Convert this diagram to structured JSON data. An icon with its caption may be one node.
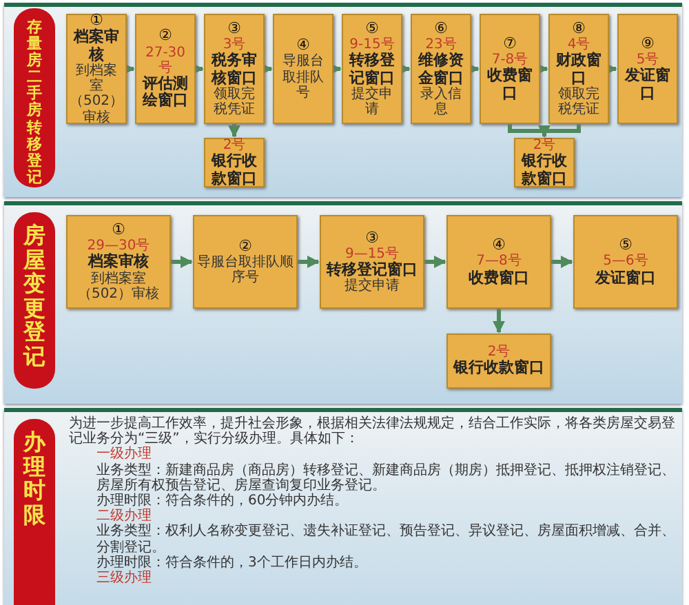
{
  "diagram": {
    "nodes": [
      {
        "text": [
          "存量房二手房转移登记"
        ]
      },
      {
        "text": [
          "①",
          "档案审核",
          "到档案室（502）审核"
        ]
      },
      {
        "text": [
          "②",
          "27-30号",
          "评估测绘窗口"
        ]
      },
      {
        "text": [
          "③",
          "3号",
          "税务审核窗口",
          "领取完税凭证"
        ]
      },
      {
        "text": [
          "④",
          "导服台取排队号"
        ]
      },
      {
        "text": [
          "⑤",
          "9-15号",
          "转移登记窗口",
          "提交申请"
        ]
      },
      {
        "text": [
          "⑥",
          "23号",
          "维修资金窗口",
          "录入信息"
        ]
      },
      {
        "text": [
          "⑦",
          "7-8号",
          "收费窗口"
        ]
      },
      {
        "text": [
          "⑧",
          "4号",
          "财政窗口",
          "领取完税凭证"
        ]
      },
      {
        "text": [
          "⑨",
          "5号",
          "发证窗口"
        ]
      },
      {
        "text": [
          "2号",
          "银行收款窗口"
        ]
      },
      {
        "text": [
          "2号",
          "银行收款窗口"
        ]
      },
      {
        "text": [
          "房屋变更登记"
        ]
      },
      {
        "text": [
          "①",
          "29—30号",
          "档案审核",
          "到档案室（502）审核"
        ]
      },
      {
        "text": [
          "②",
          "导服台取排队顺序号"
        ]
      },
      {
        "text": [
          "③",
          "9—15号",
          "转移登记窗口",
          "提交申请"
        ]
      },
      {
        "text": [
          "④",
          "7—8号",
          "收费窗口"
        ]
      },
      {
        "text": [
          "⑤",
          "5—6号",
          "发证窗口"
        ]
      },
      {
        "text": [
          "2号",
          "银行收款窗口"
        ]
      },
      {
        "text": [
          "办理时限"
        ]
      }
    ],
    "edges": [
      {
        "from": 1,
        "to": 2,
        "arrow": "to"
      },
      {
        "from": 2,
        "to": 3,
        "arrow": "to"
      },
      {
        "from": 3,
        "to": 4,
        "arrow": "to"
      },
      {
        "from": 4,
        "to": 5,
        "arrow": "to"
      },
      {
        "from": 5,
        "to": 6,
        "arrow": "to"
      },
      {
        "from": 6,
        "to": 7,
        "arrow": "to"
      },
      {
        "from": 7,
        "to": 8,
        "arrow": "to"
      },
      {
        "from": 8,
        "to": 9,
        "arrow": "to"
      },
      {
        "from": 3,
        "to": 10,
        "arrow": "to"
      },
      {
        "from": 7,
        "to": 11,
        "arrow": "to"
      },
      {
        "from": 8,
        "to": 11,
        "arrow": "to"
      },
      {
        "from": 13,
        "to": 14,
        "arrow": "to"
      },
      {
        "from": 14,
        "to": 15,
        "arrow": "to"
      },
      {
        "from": 15,
        "to": 16,
        "arrow": "to"
      },
      {
        "from": 16,
        "to": 17,
        "arrow": "to"
      },
      {
        "from": 16,
        "to": 18,
        "arrow": "to"
      }
    ],
    "labels": [
      "为进一步提高工作效率，提升社会形象，根据相关法律法规规定，结合工作实际，将各类房屋交易登记业务分为“三级”，实行分级办理。具体如下：",
      "一级办理",
      "业务类型：新建商品房（商品房）转移登记、新建商品房（期房）抵押登记、抵押权注销登记、房屋所有权预告登记、房屋查询复印业务登记。",
      "办理时限：符合条件的，60分钟内办结。",
      "二级办理",
      "业务类型：权利人名称变更登记、遗失补证登记、预告登记、异议登记、房屋面积增减、合并、分割登记。",
      "办理时限：符合条件的，3个工作日内办结。",
      "三级办理"
    ]
  }
}
